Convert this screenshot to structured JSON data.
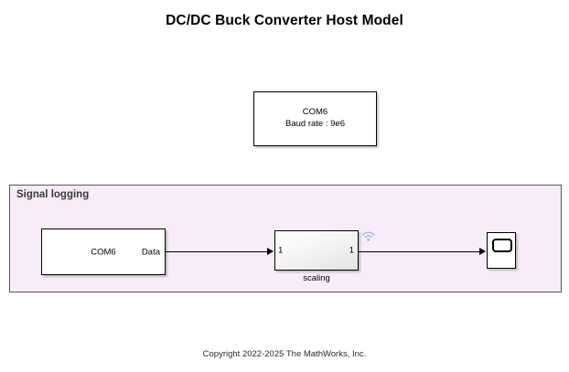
{
  "model": {
    "title": "DC/DC Buck Converter Host Model",
    "canvas_background": "#ffffff"
  },
  "config_block": {
    "name": "serial-configuration",
    "port_line": "COM6",
    "baud_line": "Baud rate : 9e6"
  },
  "logging_area": {
    "label": "Signal logging",
    "fill_color": "#f7ecf7",
    "border_color": "#5c5360"
  },
  "receive_block": {
    "name": "serial-receive",
    "center_label": "COM6",
    "output_port_label": "Data"
  },
  "scaling_block": {
    "name": "scaling-subsystem",
    "caption": "scaling",
    "input_port_number": "1",
    "output_port_number": "1",
    "logged_signal_icon": "wireless-signal-icon",
    "logged_signal_color": "#9fb7dd"
  },
  "scope_block": {
    "name": "scope",
    "icon": "scope-screen-icon"
  },
  "signals": [
    {
      "from": "serial-receive.Data",
      "to": "scaling-subsystem.1"
    },
    {
      "from": "scaling-subsystem.1",
      "to": "scope"
    }
  ],
  "footer": {
    "copyright": "Copyright 2022-2025 The MathWorks, Inc."
  }
}
